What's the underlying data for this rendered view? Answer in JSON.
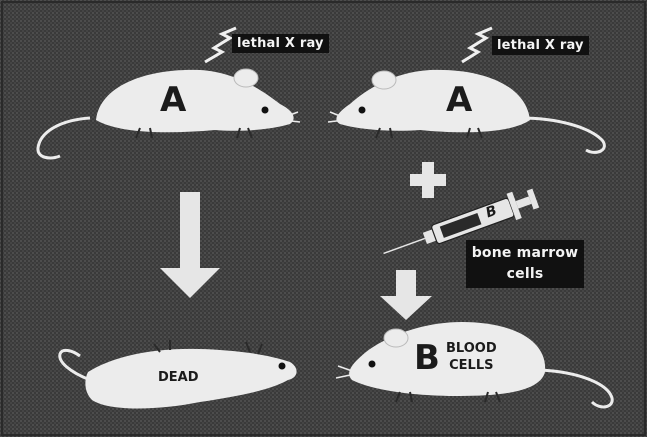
{
  "labels": {
    "xray_left": "lethal X ray",
    "xray_right": "lethal X ray",
    "mouse_a_left": "A",
    "mouse_a_right": "A",
    "dead": "DEAD",
    "mouse_b_letter": "B",
    "blood": "BLOOD",
    "cells": "CELLS",
    "syringe_letter": "B",
    "bone_marrow_line1": "bone marrow",
    "bone_marrow_line2": "cells"
  },
  "colors": {
    "background": "#3b3b3b",
    "mouse": "#ececec",
    "arrow": "#e6e6e6",
    "label_bg": "#111111"
  }
}
